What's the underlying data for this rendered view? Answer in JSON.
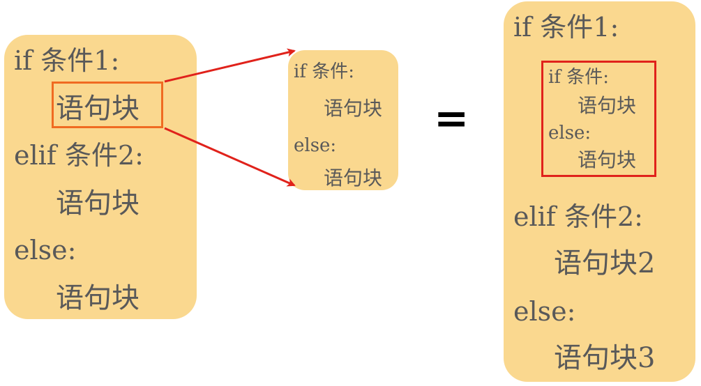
{
  "left_block": {
    "line1": "if 条件1:",
    "line2": "语句块",
    "line3": "elif 条件2:",
    "line4": "语句块",
    "line5": "else:",
    "line6": "语句块"
  },
  "middle_block": {
    "line1": "if 条件:",
    "line2": "语句块",
    "line3": "else:",
    "line4": "语句块"
  },
  "equals_sign": "=",
  "right_block": {
    "line1": "if 条件1:",
    "nested_line1": "if 条件:",
    "nested_line2": "语句块",
    "nested_line3": "else:",
    "nested_line4": "语句块",
    "line2": "elif 条件2:",
    "line3": "语句块2",
    "line4": "else:",
    "line5": "语句块3"
  },
  "colors": {
    "box_fill": "#fad88f",
    "text": "#595959",
    "highlight_orange": "#f06b22",
    "highlight_red": "#e0221b",
    "arrow": "#e0221b"
  }
}
